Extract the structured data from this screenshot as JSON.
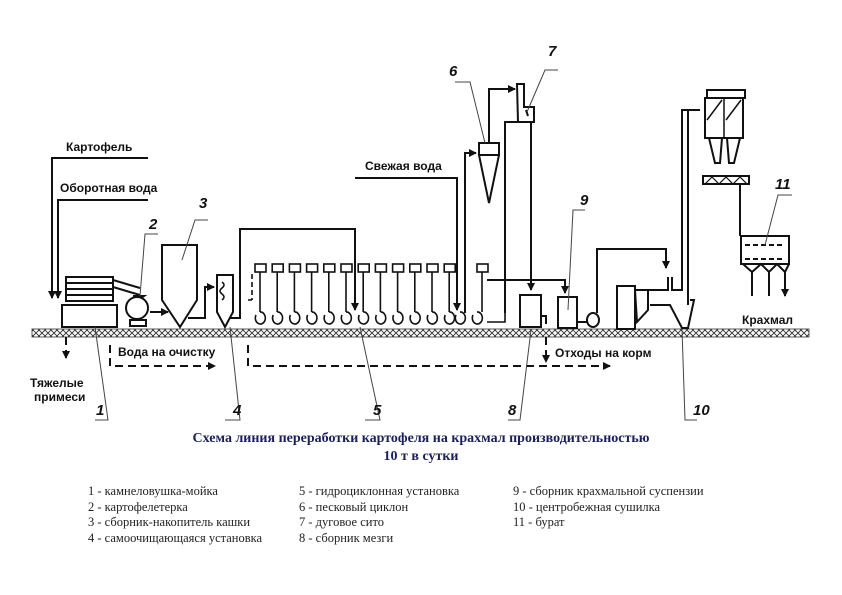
{
  "labels": {
    "potatoes": "Картофель",
    "recycled_water": "Оборотная вода",
    "fresh_water": "Свежая вода",
    "water_to_cleaning": "Вода на очистку",
    "heavy_impurities_1": "Тяжелые",
    "heavy_impurities_2": "примеси",
    "waste_to_feed": "Отходы на корм",
    "starch": "Крахмал"
  },
  "equipment_numbers": [
    "1",
    "2",
    "3",
    "4",
    "5",
    "6",
    "7",
    "8",
    "9",
    "10",
    "11"
  ],
  "caption": {
    "line1": "Схема линия  переработки  картофеля на крахмал  производительностью",
    "line2": "10 т  в  сутки"
  },
  "legend": {
    "col1": [
      "1 - камнеловушка-мойка",
      "2 - картофелетерка",
      "3 - сборник-накопитель кашки",
      "4 - самоочищающаяся установка"
    ],
    "col2": [
      "5 - гидроциклонная установка",
      "6 - песковый циклон",
      "7 - дуговое сито",
      "8 - сборник мезги"
    ],
    "col3": [
      "9 - сборник крахмальной суспензии",
      "10 - центробежная сушилка",
      "11 - бурат"
    ]
  }
}
